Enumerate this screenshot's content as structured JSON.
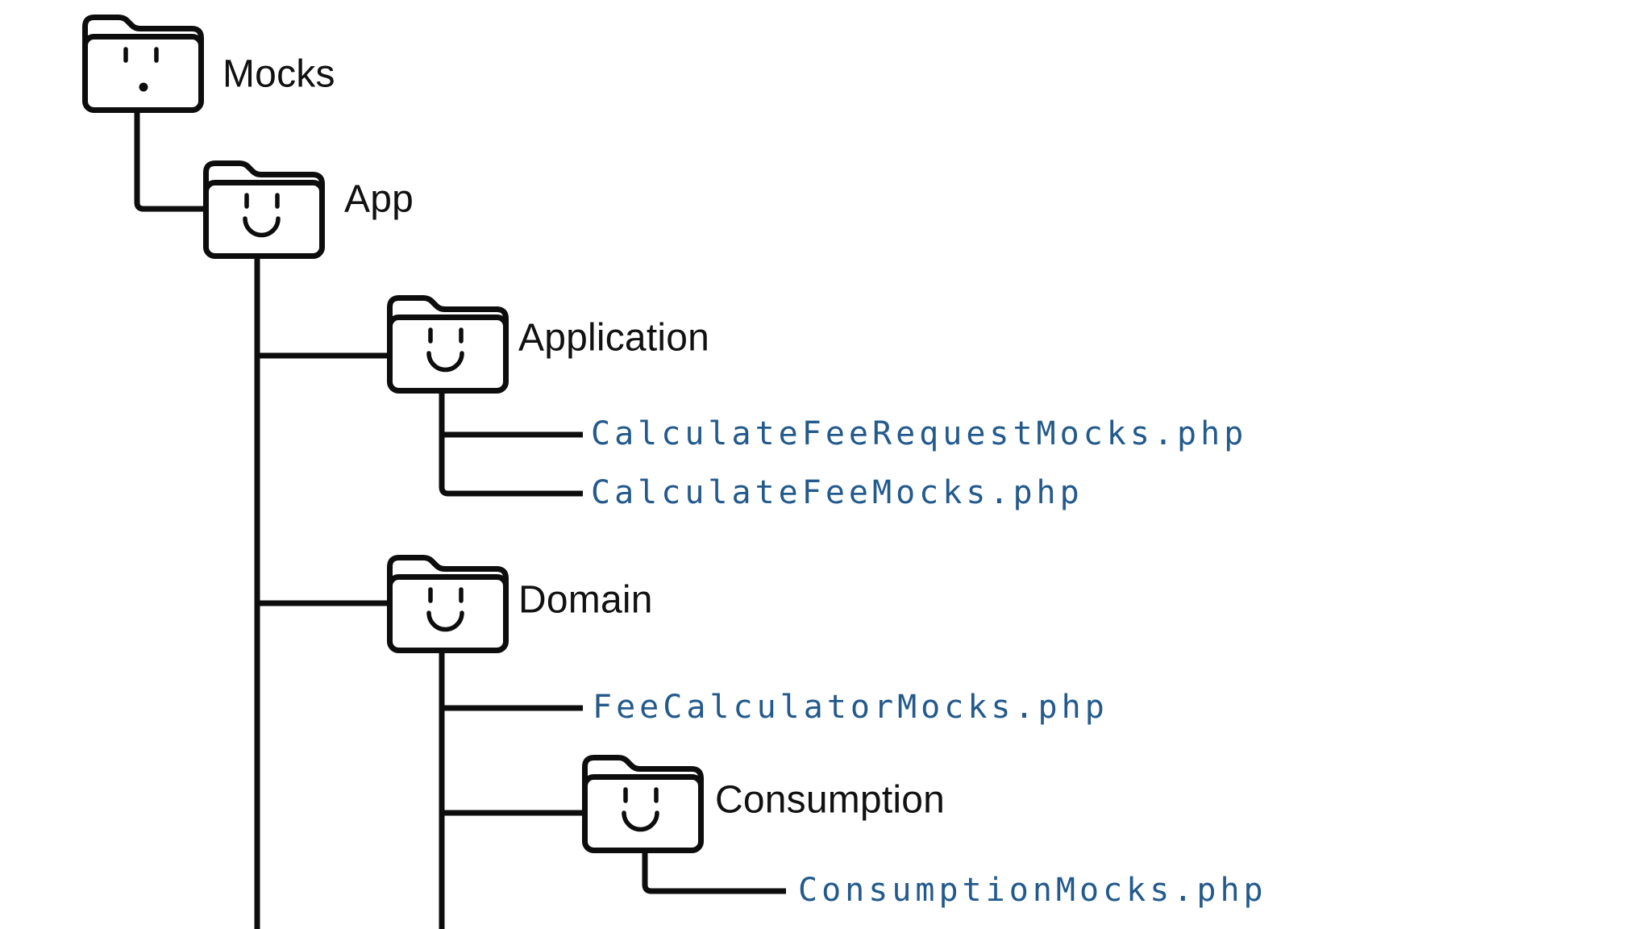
{
  "diagram": {
    "type": "folder-tree",
    "colors": {
      "background": "#ffffff",
      "outline": "#0d0d0d",
      "label_text": "#111111",
      "file_text": "#235a8c"
    },
    "tree": {
      "root": {
        "label": "Mocks",
        "type": "folder",
        "face": "surprised",
        "children": [
          {
            "label": "App",
            "type": "folder",
            "face": "smile",
            "children": [
              {
                "label": "Application",
                "type": "folder",
                "face": "smile",
                "children": [
                  {
                    "label": "CalculateFeeRequestMocks.php",
                    "type": "file"
                  },
                  {
                    "label": "CalculateFeeMocks.php",
                    "type": "file"
                  }
                ]
              },
              {
                "label": "Domain",
                "type": "folder",
                "face": "smile",
                "children": [
                  {
                    "label": "FeeCalculatorMocks.php",
                    "type": "file"
                  },
                  {
                    "label": "Consumption",
                    "type": "folder",
                    "face": "smile",
                    "children": [
                      {
                        "label": "ConsumptionMocks.php",
                        "type": "file"
                      }
                    ]
                  }
                ]
              }
            ]
          }
        ]
      }
    }
  }
}
